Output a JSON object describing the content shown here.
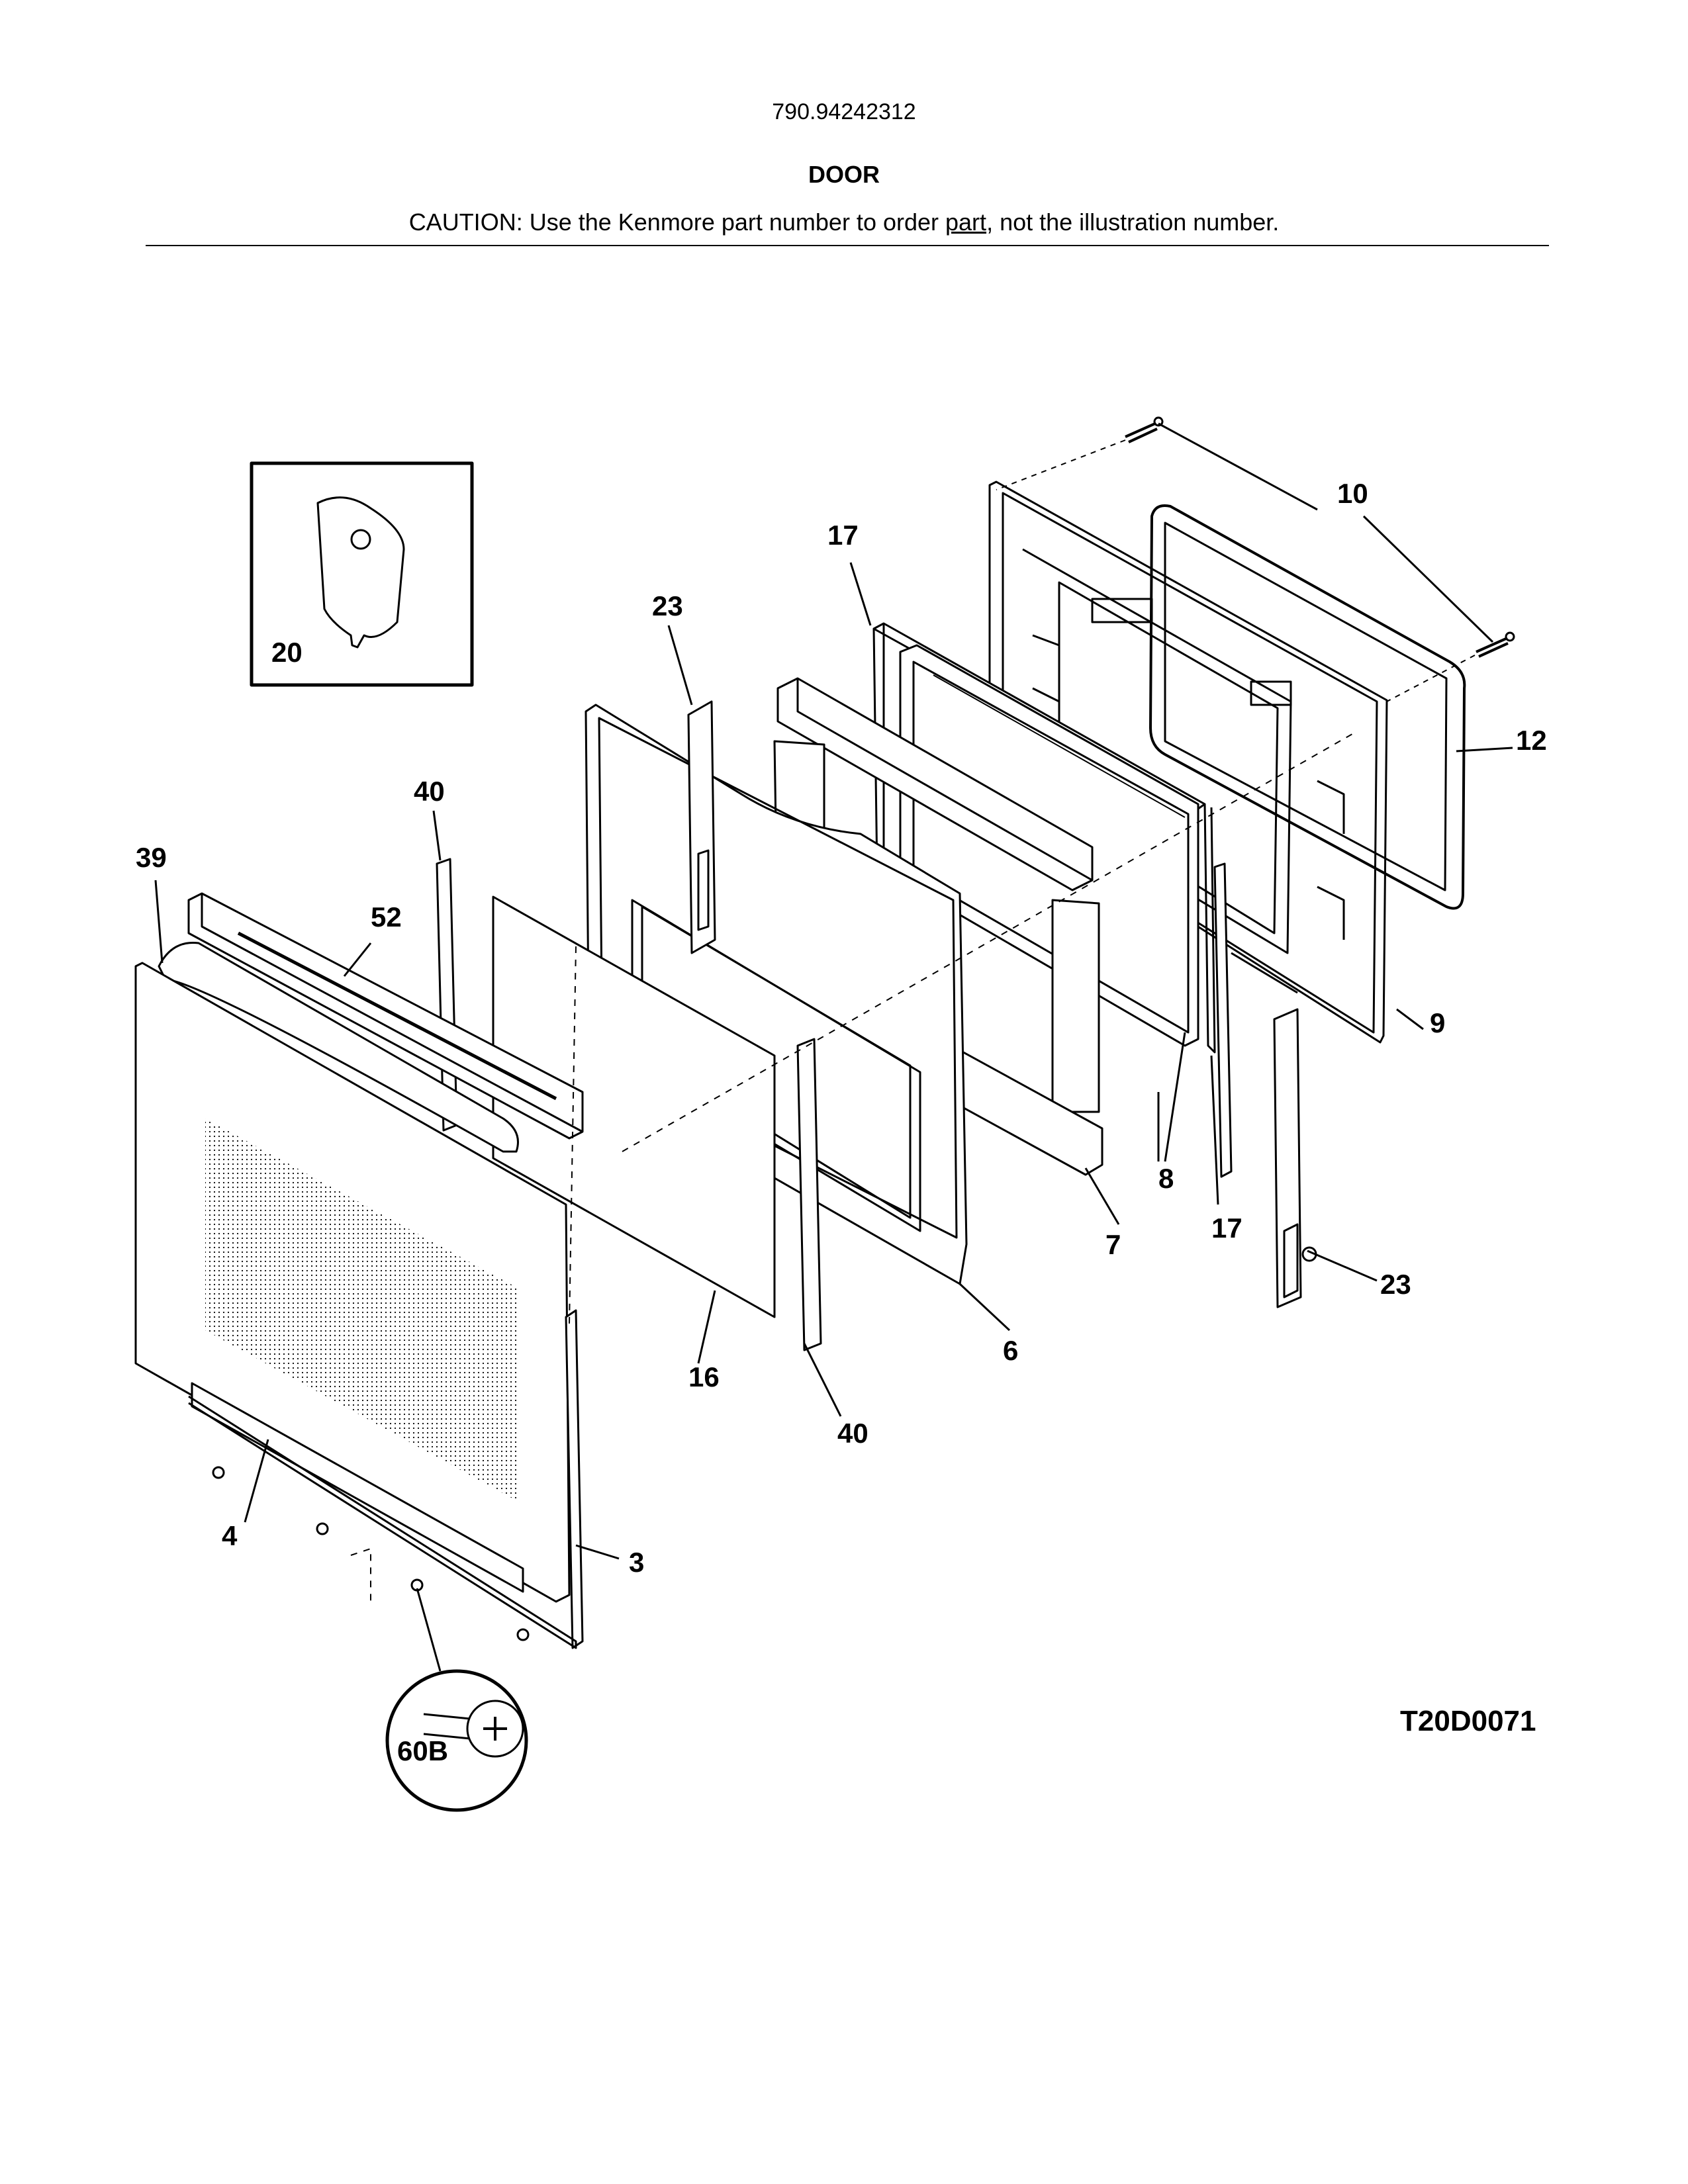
{
  "header": {
    "model_number": "790.94242312",
    "section_title": "DOOR",
    "caution_prefix": "CAUTION: Use the Kenmore part number to order ",
    "caution_underlined": "part",
    "caution_suffix": ", not the illustration number."
  },
  "callouts": {
    "c3": "3",
    "c4": "4",
    "c6": "6",
    "c7": "7",
    "c8": "8",
    "c9": "9",
    "c10": "10",
    "c12": "12",
    "c16": "16",
    "c17a": "17",
    "c17b": "17",
    "c20": "20",
    "c23a": "23",
    "c23b": "23",
    "c39": "39",
    "c40a": "40",
    "c40b": "40",
    "c52": "52",
    "c60b": "60B"
  },
  "diagram_id": "T20D0071"
}
